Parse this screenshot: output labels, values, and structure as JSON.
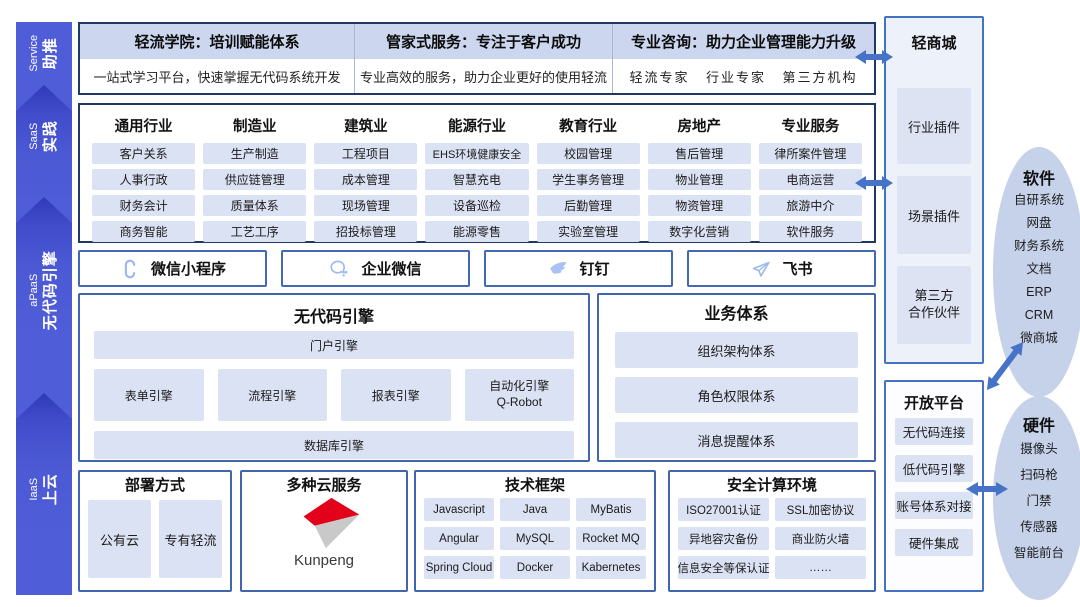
{
  "sidebar": {
    "layers": [
      {
        "en": "Service",
        "zh": "助推"
      },
      {
        "en": "SaaS",
        "zh": "实践"
      },
      {
        "en": "aPaaS",
        "zh": "无代码引擎"
      },
      {
        "en": "IaaS",
        "zh": "上云"
      }
    ]
  },
  "service_row": {
    "columns": [
      {
        "title": "轻流学院：培训赋能体系",
        "desc": "一站式学习平台，快速掌握无代码系统开发"
      },
      {
        "title": "管家式服务：专注于客户成功",
        "desc": "专业高效的服务，助力企业更好的使用轻流"
      },
      {
        "title": "专业咨询：助力企业管理能力升级",
        "tags": [
          "轻流专家",
          "行业专家",
          "第三方机构"
        ]
      }
    ]
  },
  "saas": {
    "columns": [
      {
        "title": "通用行业",
        "items": [
          "客户关系",
          "人事行政",
          "财务会计",
          "商务智能"
        ]
      },
      {
        "title": "制造业",
        "items": [
          "生产制造",
          "供应链管理",
          "质量体系",
          "工艺工序"
        ]
      },
      {
        "title": "建筑业",
        "items": [
          "工程项目",
          "成本管理",
          "现场管理",
          "招投标管理"
        ]
      },
      {
        "title": "能源行业",
        "items": [
          "EHS环境健康安全",
          "智慧充电",
          "设备巡检",
          "能源零售"
        ]
      },
      {
        "title": "教育行业",
        "items": [
          "校园管理",
          "学生事务管理",
          "后勤管理",
          "实验室管理"
        ]
      },
      {
        "title": "房地产",
        "items": [
          "售后管理",
          "物业管理",
          "物资管理",
          "数字化营销"
        ]
      },
      {
        "title": "专业服务",
        "items": [
          "律所案件管理",
          "电商运营",
          "旅游中介",
          "软件服务"
        ]
      }
    ]
  },
  "platforms": [
    {
      "label": "微信小程序",
      "icon": "miniprogram-icon"
    },
    {
      "label": "企业微信",
      "icon": "wecom-icon"
    },
    {
      "label": "钉钉",
      "icon": "dingtalk-icon"
    },
    {
      "label": "飞书",
      "icon": "feishu-icon"
    }
  ],
  "nocode_engine": {
    "title": "无代码引擎",
    "portal": "门户引擎",
    "engines": [
      "表单引擎",
      "流程引擎",
      "报表引擎",
      "自动化引擎\nQ-Robot"
    ],
    "database": "数据库引擎"
  },
  "business_system": {
    "title": "业务体系",
    "items": [
      "组织架构体系",
      "角色权限体系",
      "消息提醒体系"
    ]
  },
  "iaas": {
    "deployment": {
      "title": "部署方式",
      "items": [
        "公有云",
        "专有轻流"
      ]
    },
    "cloud": {
      "title": "多种云服务",
      "logo": "kunpeng-logo",
      "logo_text": "Kunpeng"
    },
    "tech": {
      "title": "技术框架",
      "items": [
        "Javascript",
        "Java",
        "MyBatis",
        "Angular",
        "MySQL",
        "Rocket MQ",
        "Spring Cloud",
        "Docker",
        "Kabernetes"
      ]
    },
    "security": {
      "title": "安全计算环境",
      "items": [
        "ISO27001认证",
        "SSL加密协议",
        "异地容灾备份",
        "商业防火墙",
        "信息安全等保认证",
        "……"
      ]
    }
  },
  "qing_mall": {
    "title": "轻商城",
    "items": [
      "行业插件",
      "场景插件",
      "第三方\n合作伙伴"
    ]
  },
  "open_platform": {
    "title": "开放平台",
    "items": [
      "无代码连接",
      "低代码引擎",
      "账号体系对接",
      "硬件集成"
    ]
  },
  "software": {
    "title": "软件",
    "items": [
      "自研系统",
      "网盘",
      "财务系统",
      "文档",
      "ERP",
      "CRM",
      "微商城"
    ]
  },
  "hardware": {
    "title": "硬件",
    "items": [
      "摄像头",
      "扫码枪",
      "门禁",
      "传感器",
      "智能前台"
    ]
  },
  "colors": {
    "accent_arrow": "#4472c4",
    "navy_border": "#1f3864",
    "mid_border": "#4166ae",
    "chip_bg": "#dbe2f3",
    "header_bg": "#ccd6ee",
    "sidebar_base": "#4f5dd8",
    "sidebar_dark": "#2e3ab8",
    "ellipse_bg": "#c6d2ea",
    "kunpeng_red": "#e2001a",
    "kunpeng_gray": "#c9c9c9"
  }
}
